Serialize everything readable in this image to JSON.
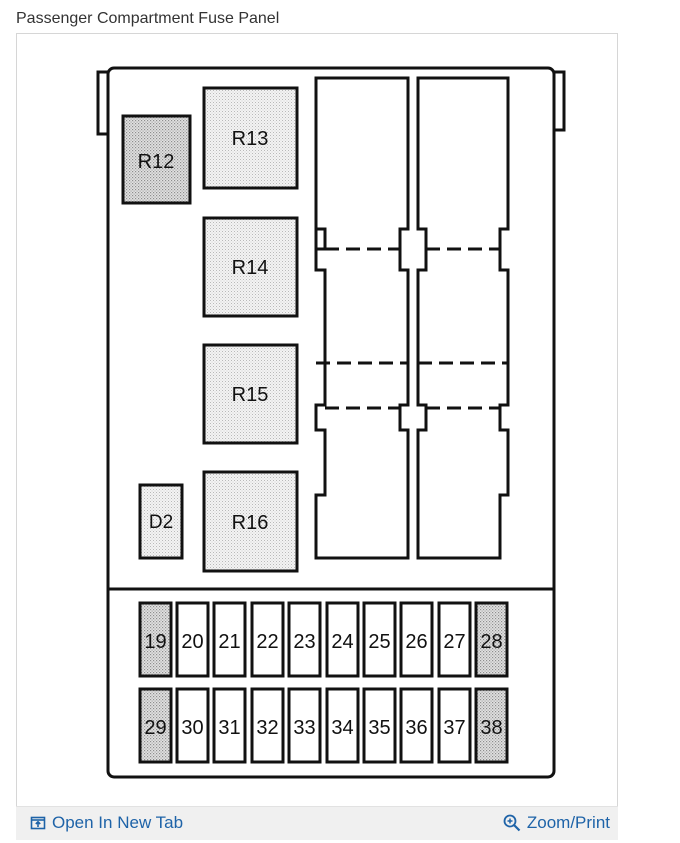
{
  "caption": "Passenger Compartment Fuse Panel",
  "relays": {
    "r12": "R12",
    "r13": "R13",
    "r14": "R14",
    "r15": "R15",
    "r16": "R16",
    "d2": "D2"
  },
  "fuses_top": [
    "19",
    "20",
    "21",
    "22",
    "23",
    "24",
    "25",
    "26",
    "27",
    "28"
  ],
  "fuses_bottom": [
    "29",
    "30",
    "31",
    "32",
    "33",
    "34",
    "35",
    "36",
    "37",
    "38"
  ],
  "toolbar": {
    "open_label": "Open In New Tab",
    "zoom_label": "Zoom/Print",
    "open_icon": "open-new-tab-icon",
    "zoom_icon": "magnifier-icon"
  },
  "colors": {
    "link": "#1e63a8",
    "toolbar_bg": "#f0f0f0"
  }
}
